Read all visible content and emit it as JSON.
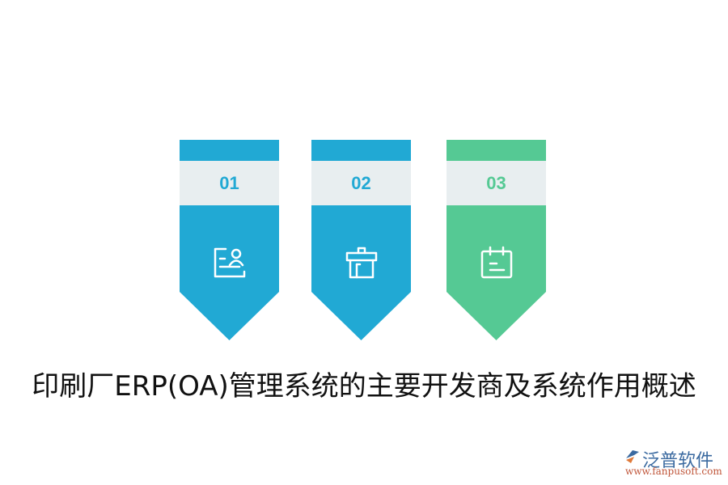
{
  "steps": [
    {
      "number": "01",
      "icon": "profile-card-icon",
      "color": "#21a9d4"
    },
    {
      "number": "02",
      "icon": "gift-box-icon",
      "color": "#21a9d4"
    },
    {
      "number": "03",
      "icon": "calendar-note-icon",
      "color": "#55c994"
    }
  ],
  "title": "印刷厂ERP(OA)管理系统的主要开发商及系统作用概述",
  "logo": {
    "brand": "泛普软件",
    "url": "www.fanpusoft.com"
  }
}
